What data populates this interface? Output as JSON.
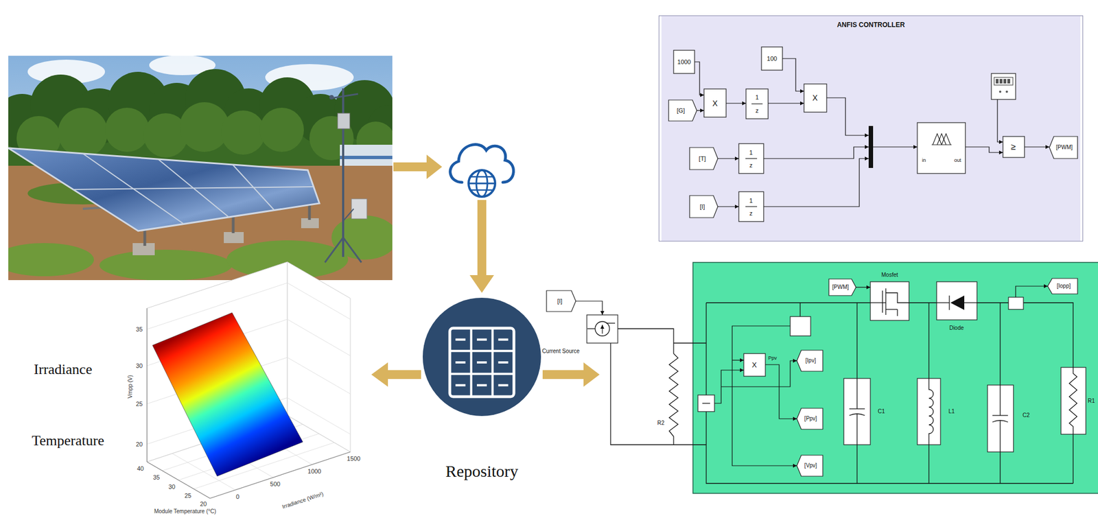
{
  "diagram": {
    "nodes": [
      {
        "text": [
          "ANFIS CONTROLLER"
        ]
      },
      {
        "text": [
          "Repository"
        ]
      }
    ],
    "labels": [
      "Irradiance",
      "Temperature",
      "35",
      "30",
      "25",
      "20",
      "Vmpp (V)",
      "40",
      "35",
      "30",
      "25",
      "20",
      "Module Temperature (°C)",
      "0",
      "500",
      "1000",
      "1500",
      "Irradiance (W/m²)",
      "1000",
      "[G]",
      "X",
      "1",
      "z",
      "100",
      "X",
      "[T]",
      "1",
      "z",
      "[I]",
      "1",
      "z",
      "in",
      "out",
      "≥",
      "[PWM]",
      "[I]",
      "Current Source",
      "R2",
      "Mosfet",
      "[PWM]",
      "Diode",
      "[Iopp]",
      "X",
      "Ppv",
      "[Ipv]",
      "[Ppv]",
      "[Vpv]",
      "C1",
      "L1",
      "C2",
      "R1"
    ]
  }
}
